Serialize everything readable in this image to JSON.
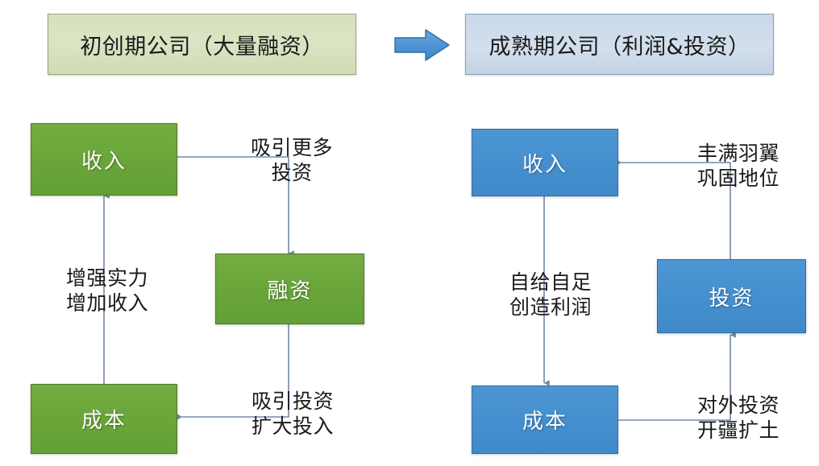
{
  "diagram": {
    "type": "two-panel-cycle-flowchart",
    "colors": {
      "green_node": "#6aa63a",
      "blue_node": "#4690cf",
      "green_title_bg": "#d9e4c3",
      "blue_title_bg": "#d3dfec",
      "connector": "#7489a8",
      "stage_arrow": "#4a90d0",
      "node_text": "#ffffff",
      "label_text": "#1a1a1a"
    },
    "stage_arrow_icon": "right-block-arrow-icon",
    "panels": [
      {
        "id": "startup",
        "title": "初创期公司（大量融资）",
        "nodes": [
          {
            "id": "revenue",
            "label": "收入"
          },
          {
            "id": "financing",
            "label": "融资"
          },
          {
            "id": "cost",
            "label": "成本"
          }
        ],
        "edges": [
          {
            "id": "revenue-to-financing",
            "from": "revenue",
            "to": "financing",
            "label": [
              "吸引更多",
              "投资"
            ]
          },
          {
            "id": "financing-to-cost",
            "from": "financing",
            "to": "cost",
            "label": [
              "吸引投资",
              "扩大投入"
            ]
          },
          {
            "id": "cost-to-revenue",
            "from": "cost",
            "to": "revenue",
            "label": [
              "增强实力",
              "增加收入"
            ]
          }
        ]
      },
      {
        "id": "mature",
        "title": "成熟期公司（利润&投资）",
        "nodes": [
          {
            "id": "revenue",
            "label": "收入"
          },
          {
            "id": "investment",
            "label": "投资"
          },
          {
            "id": "cost",
            "label": "成本"
          }
        ],
        "edges": [
          {
            "id": "investment-to-revenue",
            "from": "investment",
            "to": "revenue",
            "label": [
              "丰满羽翼",
              "巩固地位"
            ]
          },
          {
            "id": "revenue-to-cost",
            "from": "revenue",
            "to": "cost",
            "label": [
              "自给自足",
              "创造利润"
            ]
          },
          {
            "id": "cost-to-investment",
            "from": "cost",
            "to": "investment",
            "label": [
              "对外投资",
              "开疆扩土"
            ]
          }
        ]
      }
    ]
  }
}
